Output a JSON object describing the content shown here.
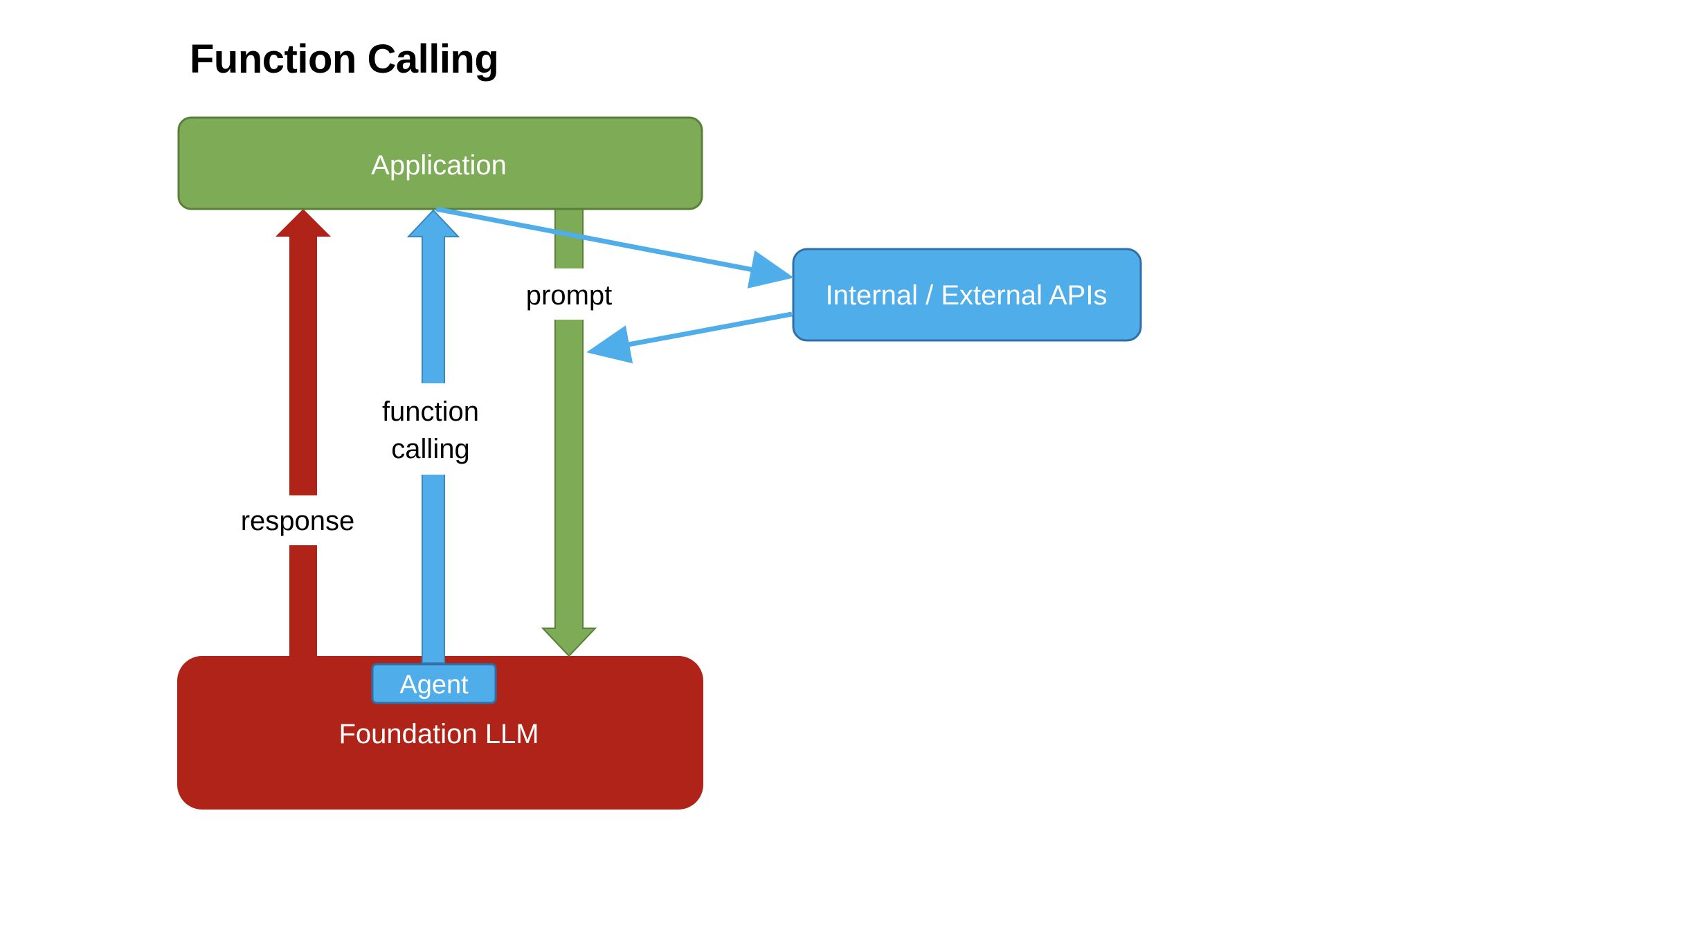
{
  "title": "Function Calling",
  "nodes": {
    "application": {
      "label": "Application"
    },
    "apis": {
      "label": "Internal / External APIs"
    },
    "llm": {
      "label": "Foundation LLM"
    },
    "agent": {
      "label": "Agent"
    }
  },
  "edges": {
    "response": {
      "label": "response"
    },
    "function_calling": {
      "label_line1": "function",
      "label_line2": "calling"
    },
    "prompt": {
      "label": "prompt"
    }
  },
  "colors": {
    "green": "#7eab55",
    "green_border": "#5a7f3a",
    "red": "#b02318",
    "blue": "#4fadea",
    "blue_border": "#2f6fa8",
    "text_dark": "#000000",
    "text_light": "#ffffff"
  }
}
